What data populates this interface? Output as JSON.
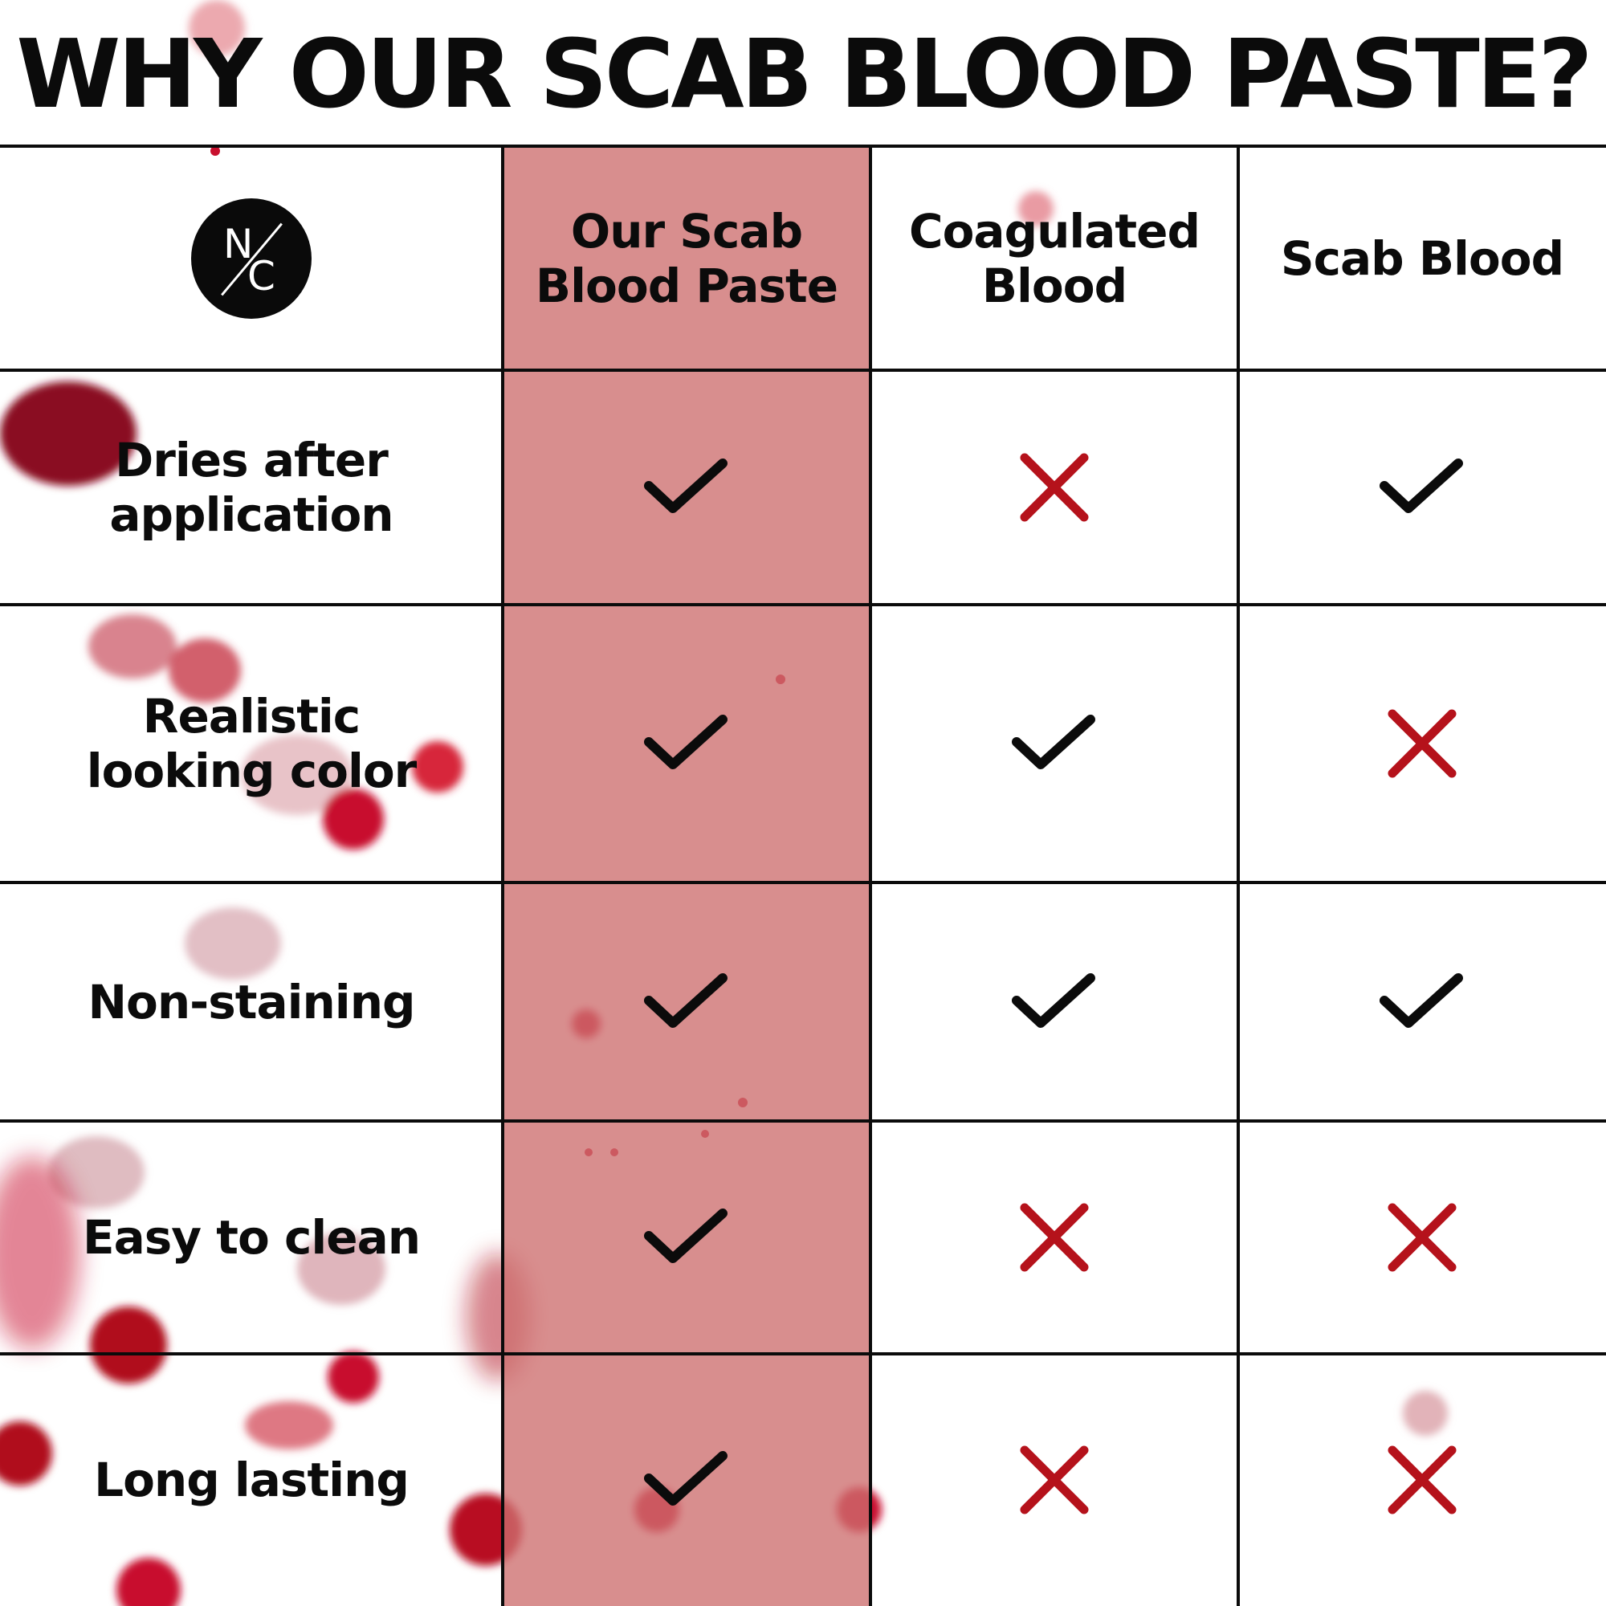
{
  "title": "WHY OUR SCAB BLOOD PASTE?",
  "logo": {
    "line1": "N",
    "line2": "C"
  },
  "columns": [
    "Our Scab Blood Paste",
    "Coagulated Blood",
    "Scab Blood"
  ],
  "rows": [
    {
      "label": "Dries after application",
      "values": [
        "check",
        "cross",
        "check"
      ]
    },
    {
      "label": "Realistic looking color",
      "values": [
        "check",
        "check",
        "cross"
      ]
    },
    {
      "label": "Non-staining",
      "values": [
        "check",
        "check",
        "check"
      ]
    },
    {
      "label": "Easy to clean",
      "values": [
        "check",
        "cross",
        "cross"
      ]
    },
    {
      "label": "Long lasting",
      "values": [
        "check",
        "cross",
        "cross"
      ]
    }
  ],
  "colors": {
    "highlight": "#d58888",
    "check": "#0b0b0b",
    "cross": "#b5121b",
    "blood": "#c8102e"
  },
  "icons": {
    "check": "check-icon",
    "cross": "cross-icon"
  }
}
